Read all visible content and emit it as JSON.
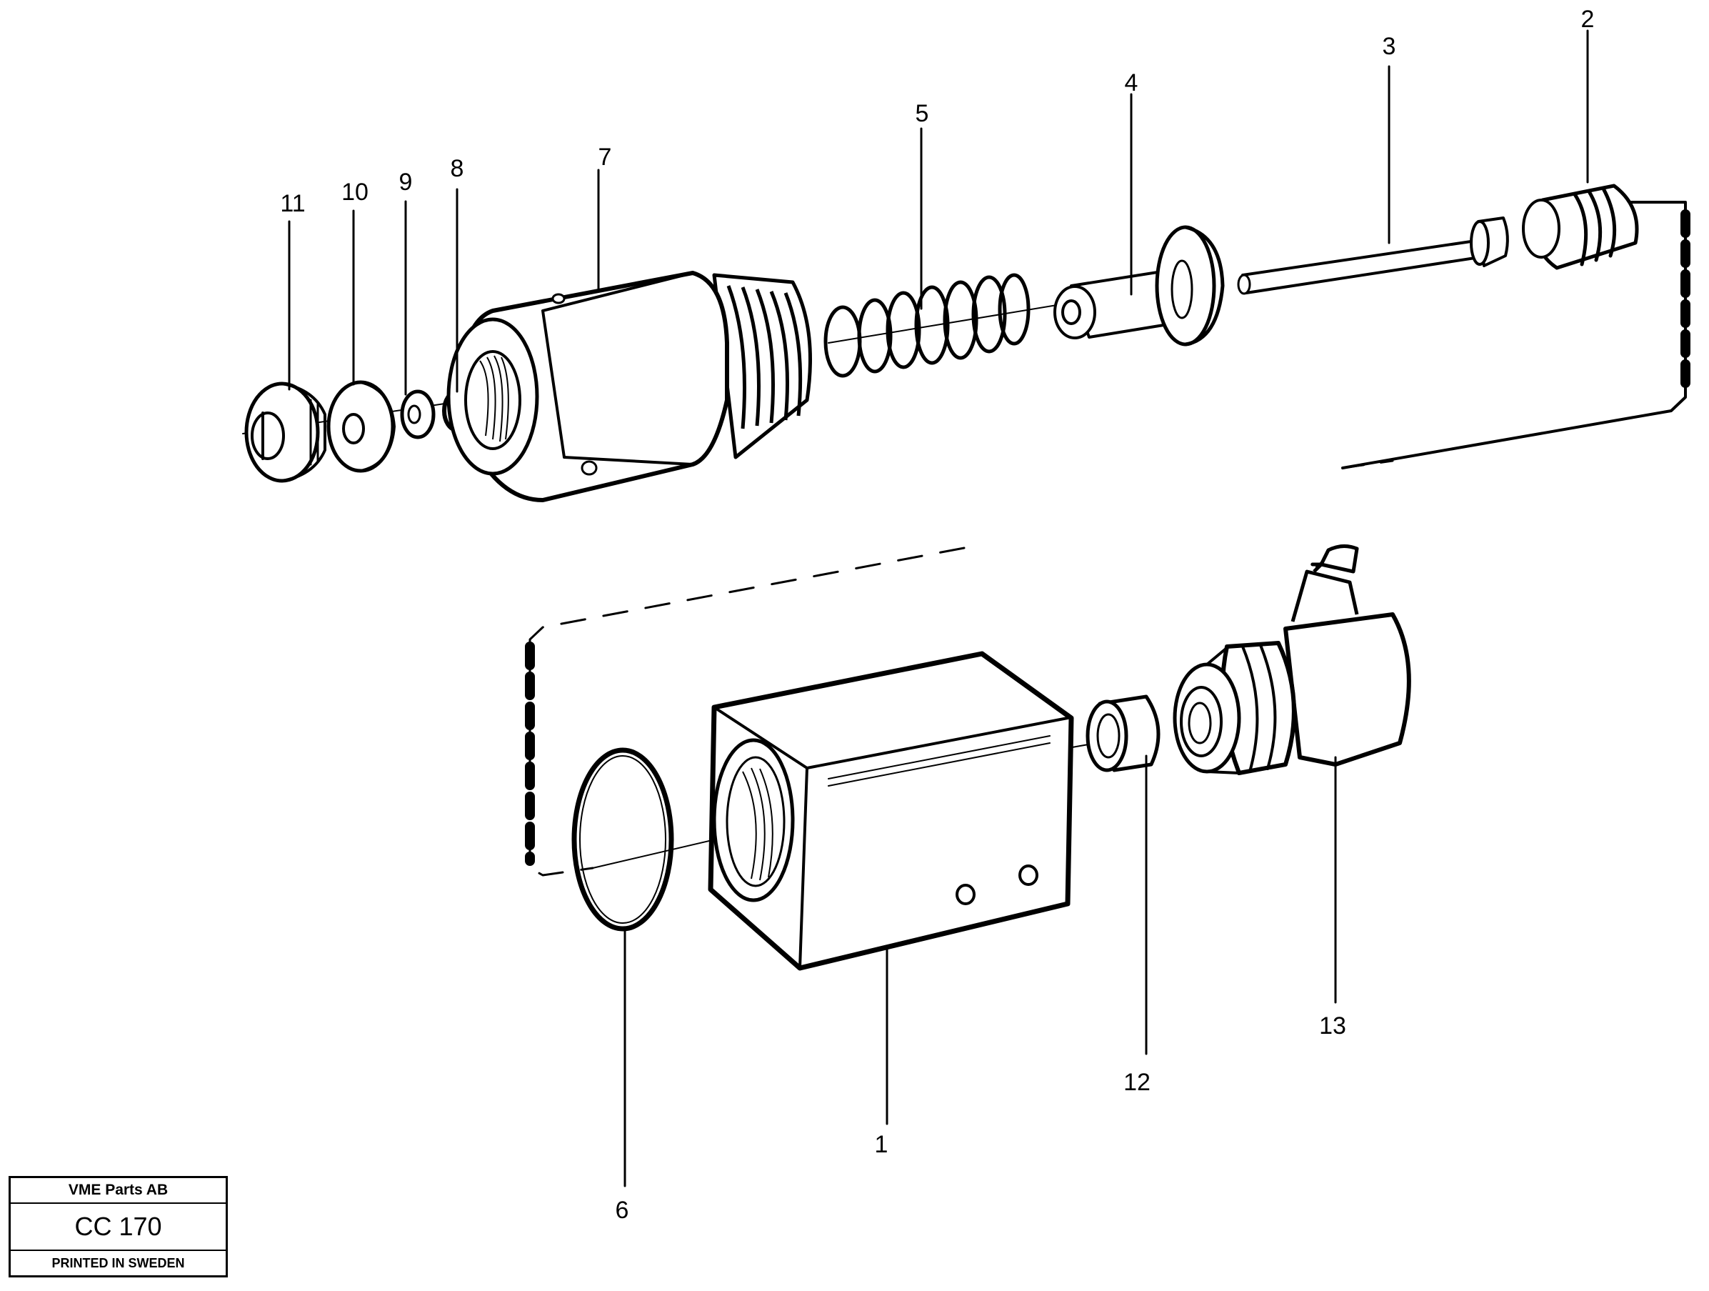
{
  "labels": [
    "1",
    "2",
    "3",
    "4",
    "5",
    "6",
    "7",
    "8",
    "9",
    "10",
    "11",
    "12",
    "13"
  ],
  "title_block": {
    "company": "VME Parts AB",
    "code": "CC 170",
    "printed": "PRINTED IN SWEDEN"
  }
}
